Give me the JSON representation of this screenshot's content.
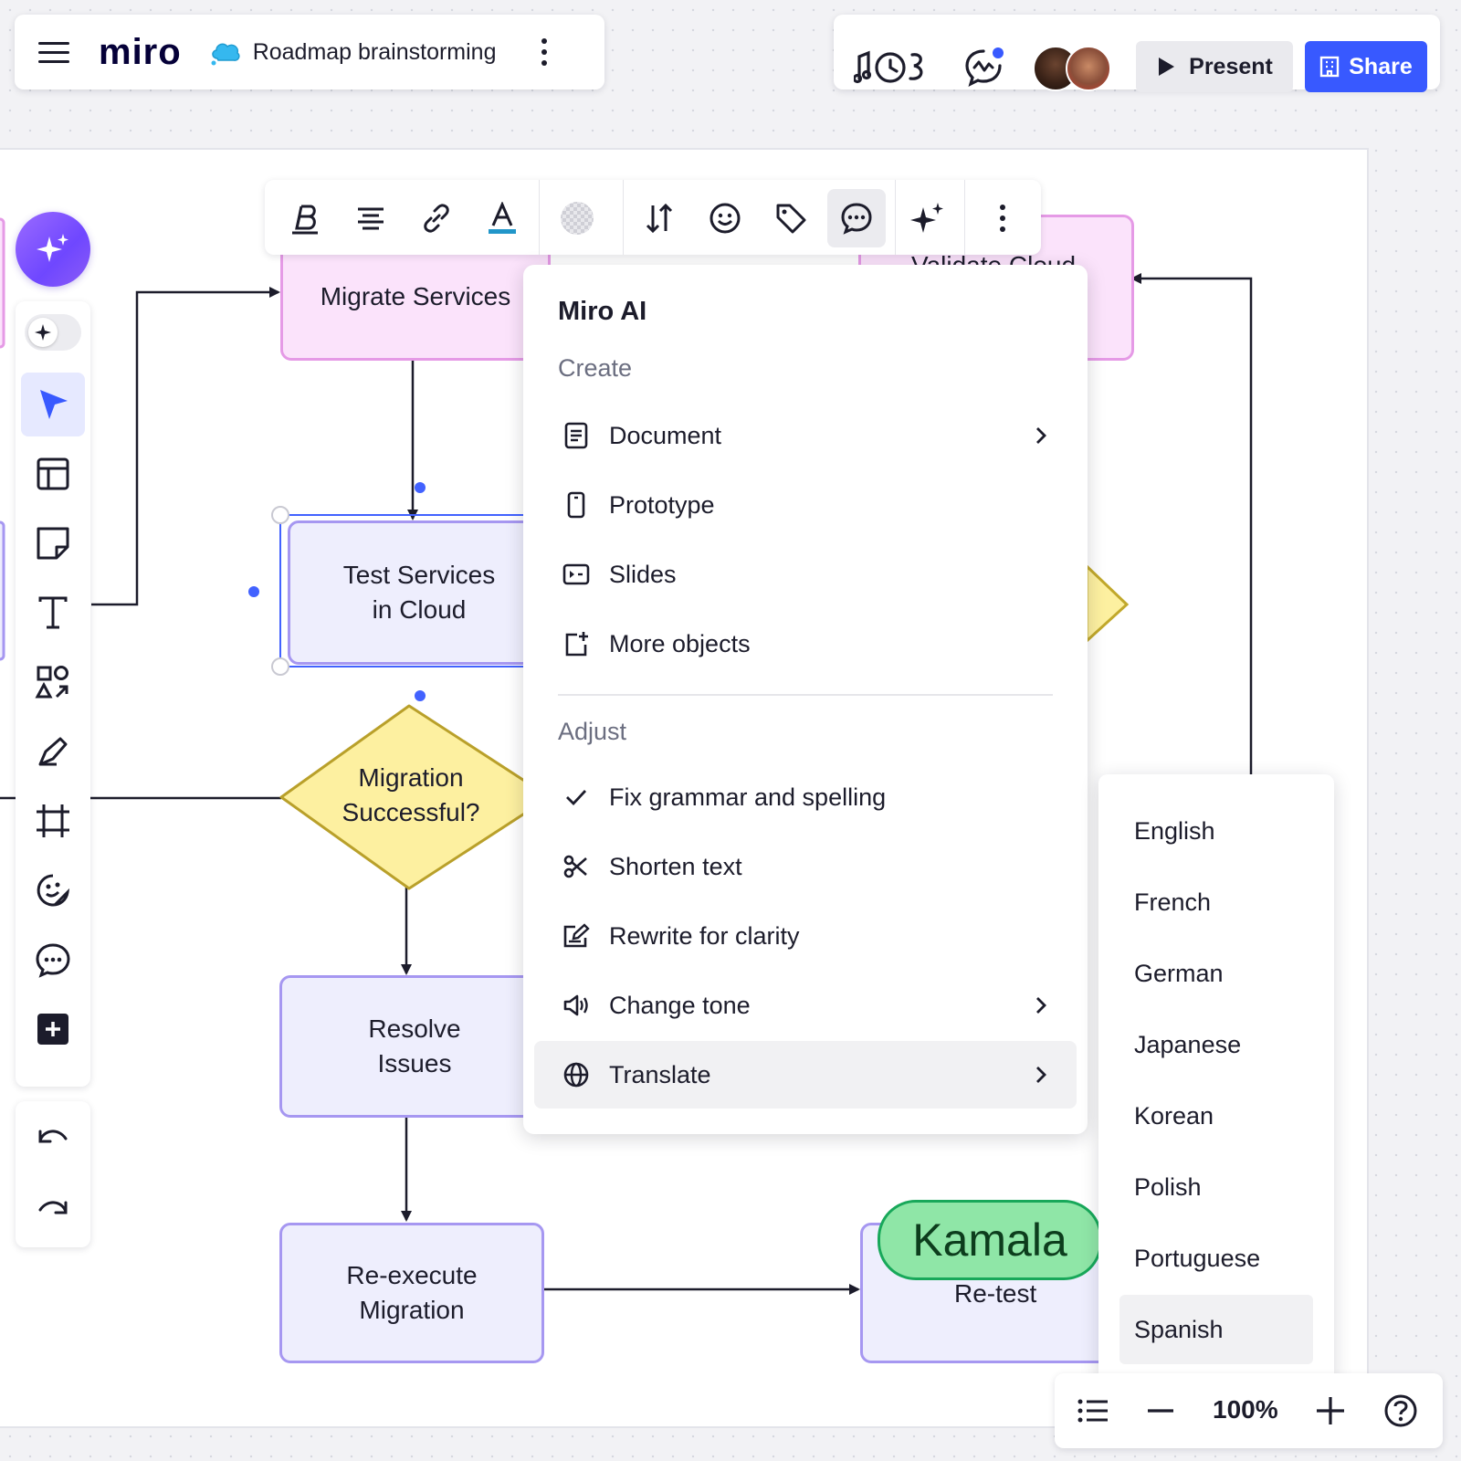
{
  "app": {
    "logo": "miro",
    "board_title": "Roadmap brainstorming"
  },
  "header": {
    "present_label": "Present",
    "share_label": "Share"
  },
  "canvas": {
    "shapes": {
      "migrate_services": "Migrate Services",
      "validate_cloud": "Validate Cloud",
      "test_services_line1": "Test Services",
      "test_services_line2": "in Cloud",
      "migration_success_line1": "Migration",
      "migration_success_line2": "Successful?",
      "resolve_issues_line1": "Resolve",
      "resolve_issues_line2": "Issues",
      "reexecute_line1": "Re-execute",
      "reexecute_line2": "Migration",
      "retest": "Re-test"
    },
    "cursor_label": "Kamala"
  },
  "ai_menu": {
    "title": "Miro AI",
    "create_heading": "Create",
    "create_items": [
      "Document",
      "Prototype",
      "Slides",
      "More objects"
    ],
    "adjust_heading": "Adjust",
    "adjust_items": [
      "Fix grammar and spelling",
      "Shorten text",
      "Rewrite for clarity",
      "Change tone",
      "Translate"
    ]
  },
  "language_menu": {
    "items": [
      "English",
      "French",
      "German",
      "Japanese",
      "Korean",
      "Polish",
      "Portuguese",
      "Spanish"
    ],
    "highlighted": "Spanish"
  },
  "zoom": {
    "level": "100%"
  },
  "colors": {
    "accent": "#3859ff",
    "ai_purple": "#7b52ff",
    "cursor_green": "#8fe6a7"
  },
  "icons": {
    "left_toolbar": [
      "ai-sparkle-icon",
      "select-cursor-icon",
      "templates-icon",
      "sticky-note-icon",
      "text-icon",
      "shapes-icon",
      "pen-icon",
      "frame-icon",
      "sticker-icon",
      "comment-icon",
      "add-more-icon",
      "undo-icon",
      "redo-icon"
    ],
    "context_toolbar": [
      "bold-icon",
      "align-icon",
      "link-icon",
      "text-color-icon",
      "fill-color-icon",
      "connector-direction-icon",
      "emoji-icon",
      "tag-icon",
      "comment-icon",
      "ai-sparkle-icon",
      "more-icon"
    ]
  }
}
